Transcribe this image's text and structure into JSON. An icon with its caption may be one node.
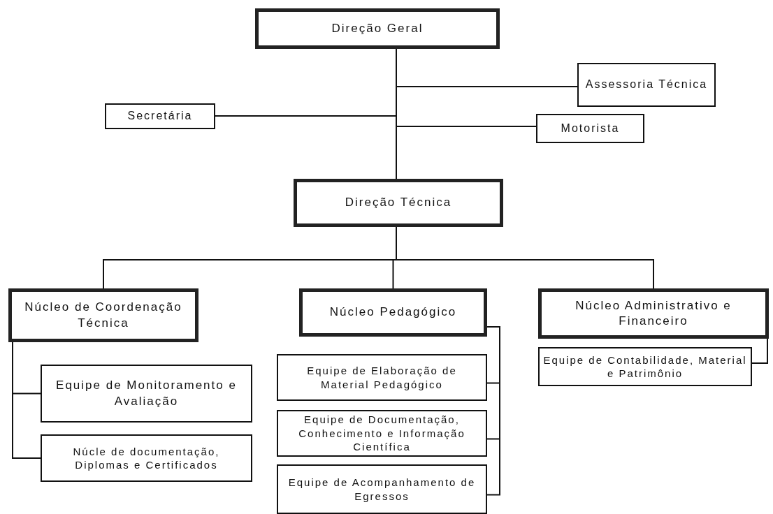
{
  "diagram": {
    "nodes": [
      {
        "text": [
          "Direção Geral"
        ]
      },
      {
        "text": [
          "Assessoria Técnica"
        ]
      },
      {
        "text": [
          "Secretária"
        ]
      },
      {
        "text": [
          "Motorista"
        ]
      },
      {
        "text": [
          "Direção Técnica"
        ]
      },
      {
        "text": [
          "Núcleo de Coordenação Técnica"
        ]
      },
      {
        "text": [
          "Núcleo Pedagógico"
        ]
      },
      {
        "text": [
          "Núcleo Administrativo e Financeiro"
        ]
      },
      {
        "text": [
          "Equipe de Monitoramento e Avaliação"
        ]
      },
      {
        "text": [
          "Núcle de documentação, Diplomas e Certificados"
        ]
      },
      {
        "text": [
          "Equipe de Elaboração de Material Pedagógico"
        ]
      },
      {
        "text": [
          "Equipe de Documentação, Conhecimento e Informação Científica"
        ]
      },
      {
        "text": [
          "Equipe de Acompanhamento de Egressos"
        ]
      },
      {
        "text": [
          "Equipe de Contabilidade, Material e Patrimônio"
        ]
      }
    ],
    "edges": [
      {
        "from": 0,
        "to": 1,
        "arrow": "none"
      },
      {
        "from": 0,
        "to": 2,
        "arrow": "none"
      },
      {
        "from": 0,
        "to": 3,
        "arrow": "none"
      },
      {
        "from": 0,
        "to": 4,
        "arrow": "none"
      },
      {
        "from": 4,
        "to": 5,
        "arrow": "none"
      },
      {
        "from": 4,
        "to": 6,
        "arrow": "none"
      },
      {
        "from": 4,
        "to": 7,
        "arrow": "none"
      },
      {
        "from": 5,
        "to": 8,
        "arrow": "none"
      },
      {
        "from": 5,
        "to": 9,
        "arrow": "none"
      },
      {
        "from": 6,
        "to": 10,
        "arrow": "none"
      },
      {
        "from": 6,
        "to": 11,
        "arrow": "none"
      },
      {
        "from": 6,
        "to": 12,
        "arrow": "none"
      },
      {
        "from": 7,
        "to": 13,
        "arrow": "none"
      }
    ]
  }
}
